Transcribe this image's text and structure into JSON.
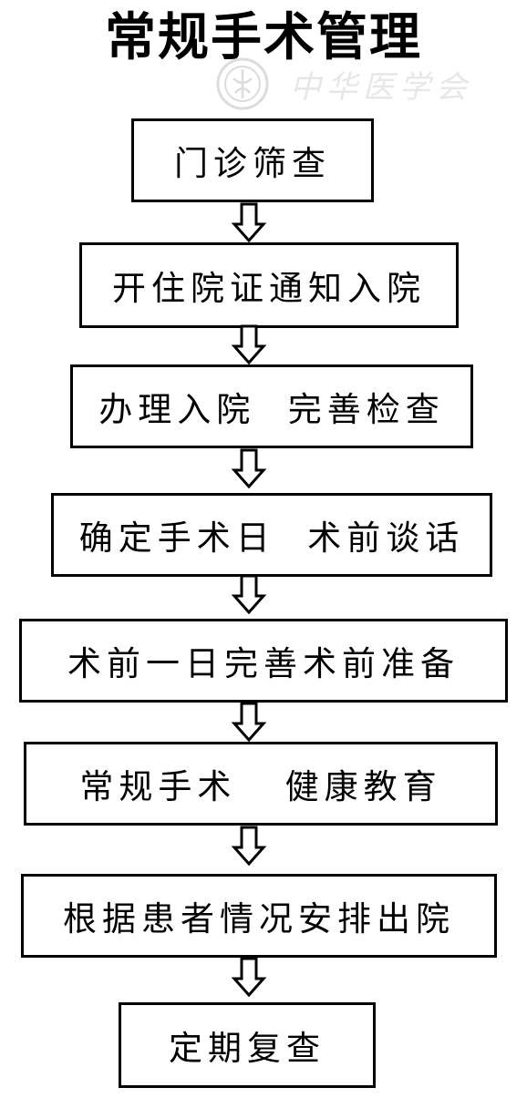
{
  "title": "常规手术管理",
  "watermark": {
    "text": "中华医学会",
    "seal": "seal-icon"
  },
  "steps": [
    "门诊筛查",
    "开住院证通知入院",
    "办理入院  完善检查",
    "确定手术日  术前谈话",
    "术前一日完善术前准备",
    "常规手术   健康教育",
    "根据患者情况安排出院",
    "定期复查"
  ],
  "arrow_icon": "hollow-down-arrow-icon"
}
